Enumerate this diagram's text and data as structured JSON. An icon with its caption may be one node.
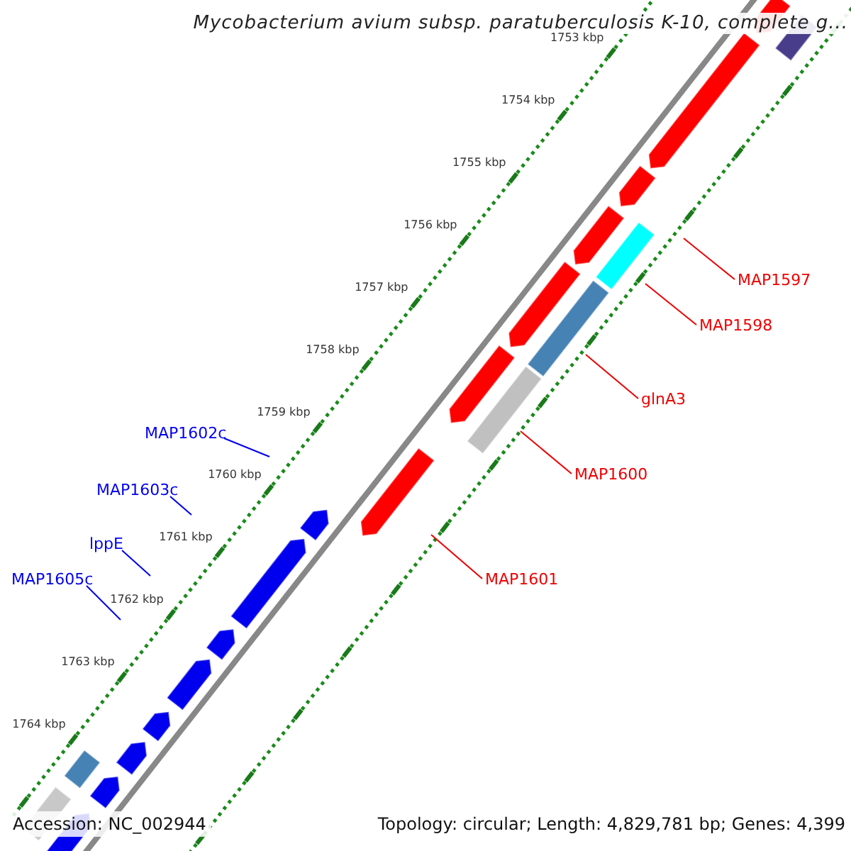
{
  "diagram": {
    "title": "Mycobacterium avium subsp. paratuberculosis K-10, complete g...",
    "nodes": [
      {
        "text": [
          "MAP1597"
        ]
      },
      {
        "text": [
          "MAP1598"
        ]
      },
      {
        "text": [
          "glnA3"
        ]
      },
      {
        "text": [
          "MAP1602c"
        ]
      },
      {
        "text": [
          "MAP1600"
        ]
      },
      {
        "text": [
          "MAP1603c"
        ]
      },
      {
        "text": [
          "lppE"
        ]
      },
      {
        "text": [
          "MAP1601"
        ]
      },
      {
        "text": [
          "MAP1605c"
        ]
      }
    ],
    "edges": [
      {
        "from": 0,
        "to": null,
        "arrow": "none"
      },
      {
        "from": 1,
        "to": null,
        "arrow": "none"
      },
      {
        "from": 2,
        "to": null,
        "arrow": "none"
      },
      {
        "from": 3,
        "to": null,
        "arrow": "none",
        "color": "#0000ee"
      },
      {
        "from": 4,
        "to": null,
        "arrow": "none"
      },
      {
        "from": 5,
        "to": null,
        "arrow": "none",
        "color": "#0000ee"
      },
      {
        "from": 6,
        "to": null,
        "arrow": "none",
        "color": "#0000ee"
      },
      {
        "from": 7,
        "to": null,
        "arrow": "none"
      },
      {
        "from": 8,
        "to": null,
        "arrow": "none",
        "color": "#0000ee"
      }
    ],
    "labels": [
      "1753 kbp",
      "1754 kbp",
      "1755 kbp",
      "1756 kbp",
      "1757 kbp",
      "1758 kbp",
      "1759 kbp",
      "1760 kbp",
      "1761 kbp",
      "1762 kbp",
      "1763 kbp",
      "1764 kbp",
      "Accession: NC_002944",
      "Topology: circular; Length: 4,829,781 bp; Genes: 4,399"
    ]
  }
}
